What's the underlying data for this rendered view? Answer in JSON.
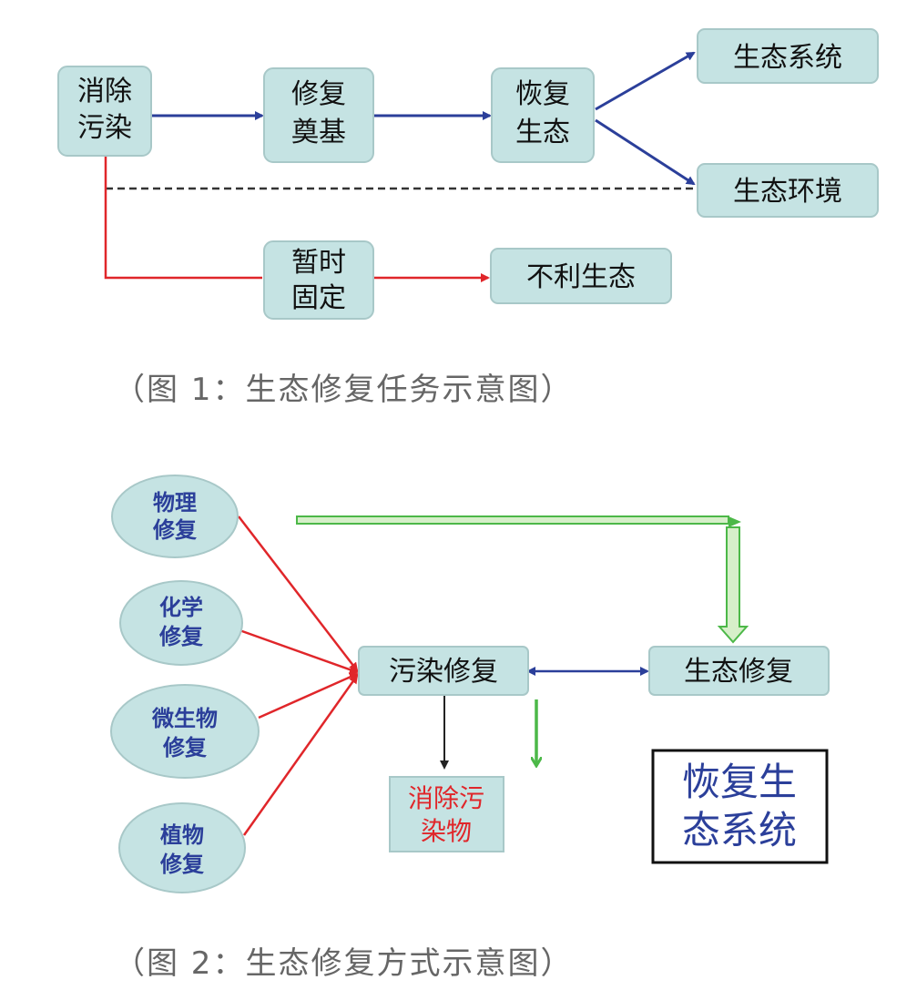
{
  "diagram1": {
    "nodes": {
      "remove_pollution": [
        "消除",
        "污染"
      ],
      "repair_foundation": [
        "修复",
        "奠基"
      ],
      "restore_ecology": [
        "恢复",
        "生态"
      ],
      "ecosystem": [
        "生态系统"
      ],
      "eco_environment": [
        "生态环境"
      ],
      "temp_fix": [
        "暂时",
        "固定"
      ],
      "bad_ecology": [
        "不利生态"
      ]
    },
    "caption": "（图 1：生态修复任务示意图）"
  },
  "diagram2": {
    "nodes": {
      "physical": [
        "物理",
        "修复"
      ],
      "chemical": [
        "化学",
        "修复"
      ],
      "microbial": [
        "微生物",
        "修复"
      ],
      "plant": [
        "植物",
        "修复"
      ],
      "pollution_repair": [
        "污染修复"
      ],
      "eco_repair": [
        "生态修复"
      ],
      "remove_pollutants": [
        "消除污",
        "染物"
      ],
      "restore_ecosystem": [
        "恢复生",
        "态系统"
      ]
    },
    "caption": "（图 2：生态修复方式示意图）"
  },
  "colors": {
    "box_fill": "#c5e3e3",
    "box_stroke": "#a8c8c8",
    "blue_arrow": "#2b3f9a",
    "red_arrow": "#e0262a",
    "green_arrow": "#4cb848",
    "green_fill": "#d6efc9",
    "dashed": "#333333",
    "ellipse_text": "#2b3f9a",
    "pollutant_text": "#e0262a",
    "restore_text": "#2b3f9a"
  }
}
